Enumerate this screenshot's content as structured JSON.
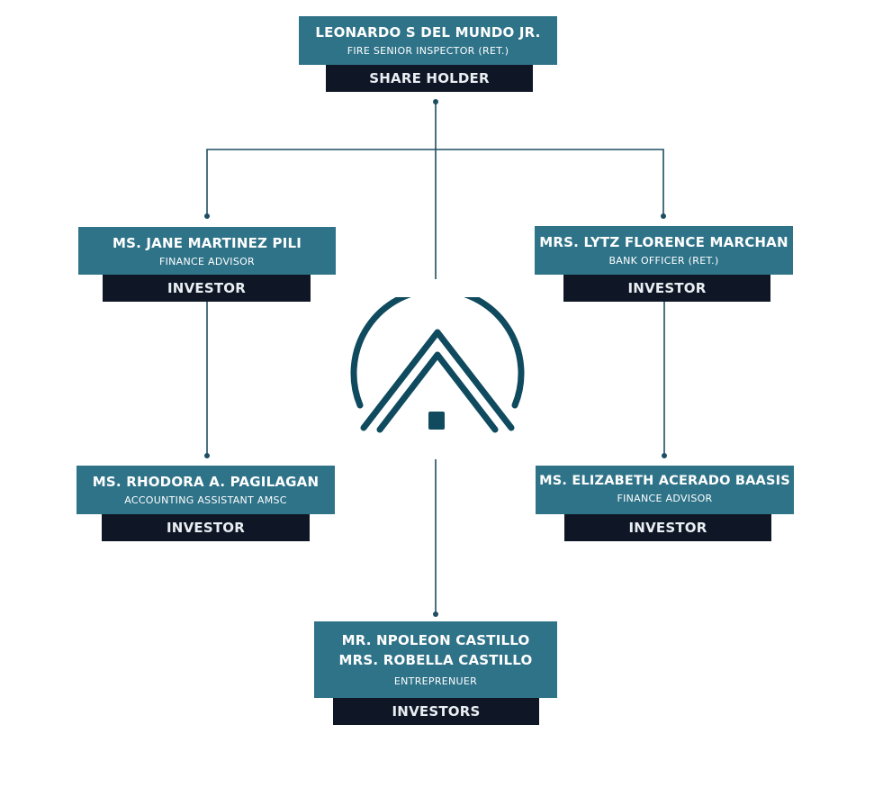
{
  "diagram": {
    "colors": {
      "card": "#2f7389",
      "role_bar": "#0f1726",
      "connector": "#1f4d63",
      "logo": "#0f4a5e"
    },
    "logo": {
      "icon": "house-arch-icon"
    },
    "nodes": {
      "top": {
        "name": "LEONARDO S DEL MUNDO JR.",
        "subtitle": "FIRE SENIOR INSPECTOR (RET.)",
        "role": "SHARE HOLDER"
      },
      "left_1": {
        "name": "MS. JANE MARTINEZ PILI",
        "subtitle": "FINANCE ADVISOR",
        "role": "INVESTOR"
      },
      "right_1": {
        "name": "MRS. LYTZ FLORENCE MARCHAN",
        "subtitle": "BANK OFFICER (RET.)",
        "role": "INVESTOR"
      },
      "left_2": {
        "name": "MS. RHODORA A. PAGILAGAN",
        "subtitle": "ACCOUNTING ASSISTANT AMSC",
        "role": "INVESTOR"
      },
      "right_2": {
        "name": "MS. ELIZABETH ACERADO BAASIS",
        "subtitle": "FINANCE ADVISOR",
        "role": "INVESTOR"
      },
      "bottom": {
        "name_line1": "MR. NPOLEON CASTILLO",
        "name_line2": "MRS. ROBELLA CASTILLO",
        "subtitle": "ENTREPRENUER",
        "role": "INVESTORS"
      }
    }
  }
}
